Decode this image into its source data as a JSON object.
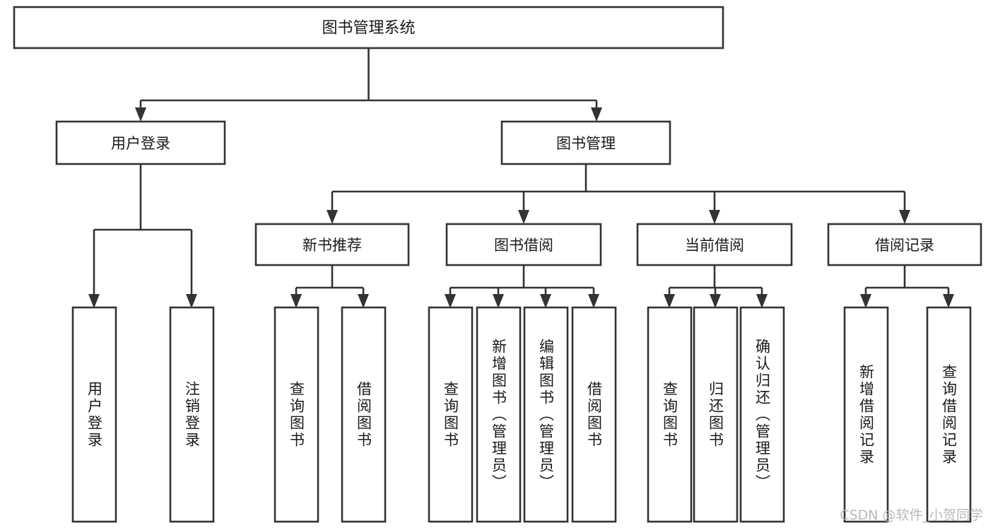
{
  "diagram": {
    "type": "tree-hierarchy",
    "title": "图书管理系统",
    "orientation": "top-down",
    "colors": {
      "stroke": "#333333",
      "fill": "#ffffff",
      "text": "#1a1a1a",
      "watermark": "#b9b9b9"
    },
    "root": {
      "id": "root",
      "label": "图书管理系统"
    },
    "level2": [
      {
        "id": "user-login",
        "label": "用户登录"
      },
      {
        "id": "book-manage",
        "label": "图书管理"
      }
    ],
    "level3": [
      {
        "id": "new-book-recommend",
        "label": "新书推荐"
      },
      {
        "id": "book-borrow",
        "label": "图书借阅"
      },
      {
        "id": "current-borrow",
        "label": "当前借阅"
      },
      {
        "id": "borrow-record",
        "label": "借阅记录"
      }
    ],
    "leaves": [
      {
        "id": "leaf-user-login",
        "label": "用户登录",
        "parent": "user-login"
      },
      {
        "id": "leaf-user-logout",
        "label": "注销登录",
        "parent": "user-login"
      },
      {
        "id": "leaf-query-book-1",
        "label": "查询图书",
        "parent": "new-book-recommend"
      },
      {
        "id": "leaf-borrow-book-1",
        "label": "借阅图书",
        "parent": "new-book-recommend"
      },
      {
        "id": "leaf-query-book-2",
        "label": "查询图书",
        "parent": "book-borrow"
      },
      {
        "id": "leaf-add-book",
        "label": "新增图书（管理员）",
        "parent": "book-borrow"
      },
      {
        "id": "leaf-edit-book",
        "label": "编辑图书（管理员）",
        "parent": "book-borrow"
      },
      {
        "id": "leaf-borrow-book-2",
        "label": "借阅图书",
        "parent": "book-borrow"
      },
      {
        "id": "leaf-query-book-3",
        "label": "查询图书",
        "parent": "current-borrow"
      },
      {
        "id": "leaf-return-book",
        "label": "归还图书",
        "parent": "current-borrow"
      },
      {
        "id": "leaf-confirm-return",
        "label": "确认归还（管理员）",
        "parent": "current-borrow"
      },
      {
        "id": "leaf-add-record",
        "label": "新增借阅记录",
        "parent": "borrow-record"
      },
      {
        "id": "leaf-query-record",
        "label": "查询借阅记录",
        "parent": "borrow-record"
      }
    ]
  },
  "watermark": {
    "text": "CSDN @软件_小贺同学"
  }
}
